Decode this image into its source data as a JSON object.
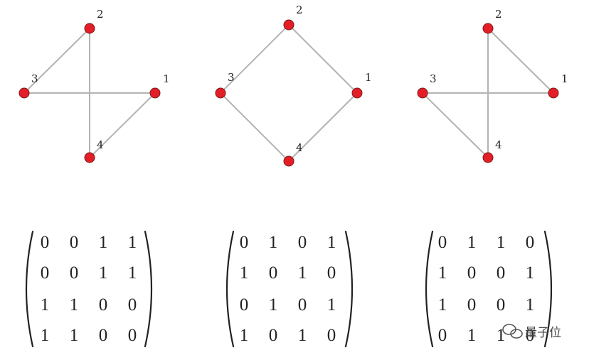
{
  "graphs": [
    {
      "nodes": [
        "1",
        "2",
        "3",
        "4"
      ],
      "edges": [
        [
          "3",
          "2"
        ],
        [
          "2",
          "4"
        ],
        [
          "3",
          "1"
        ],
        [
          "1",
          "4"
        ]
      ],
      "matrix": [
        [
          "0",
          "0",
          "1",
          "1"
        ],
        [
          "0",
          "0",
          "1",
          "1"
        ],
        [
          "1",
          "1",
          "0",
          "0"
        ],
        [
          "1",
          "1",
          "0",
          "0"
        ]
      ]
    },
    {
      "nodes": [
        "1",
        "2",
        "3",
        "4"
      ],
      "edges": [
        [
          "3",
          "2"
        ],
        [
          "2",
          "1"
        ],
        [
          "3",
          "4"
        ],
        [
          "4",
          "1"
        ]
      ],
      "matrix": [
        [
          "0",
          "1",
          "0",
          "1"
        ],
        [
          "1",
          "0",
          "1",
          "0"
        ],
        [
          "0",
          "1",
          "0",
          "1"
        ],
        [
          "1",
          "0",
          "1",
          "0"
        ]
      ]
    },
    {
      "nodes": [
        "1",
        "2",
        "3",
        "4"
      ],
      "edges": [
        [
          "2",
          "1"
        ],
        [
          "2",
          "4"
        ],
        [
          "3",
          "1"
        ],
        [
          "3",
          "4"
        ]
      ],
      "matrix": [
        [
          "0",
          "1",
          "1",
          "0"
        ],
        [
          "1",
          "0",
          "0",
          "1"
        ],
        [
          "1",
          "0",
          "0",
          "1"
        ],
        [
          "0",
          "1",
          "1",
          "0"
        ]
      ]
    }
  ],
  "colors": {
    "node_fill": "#e41e26",
    "edge": "#b3b3b3",
    "text": "#222222"
  },
  "watermark": {
    "text": "量子位",
    "icon": "wechat-icon"
  }
}
